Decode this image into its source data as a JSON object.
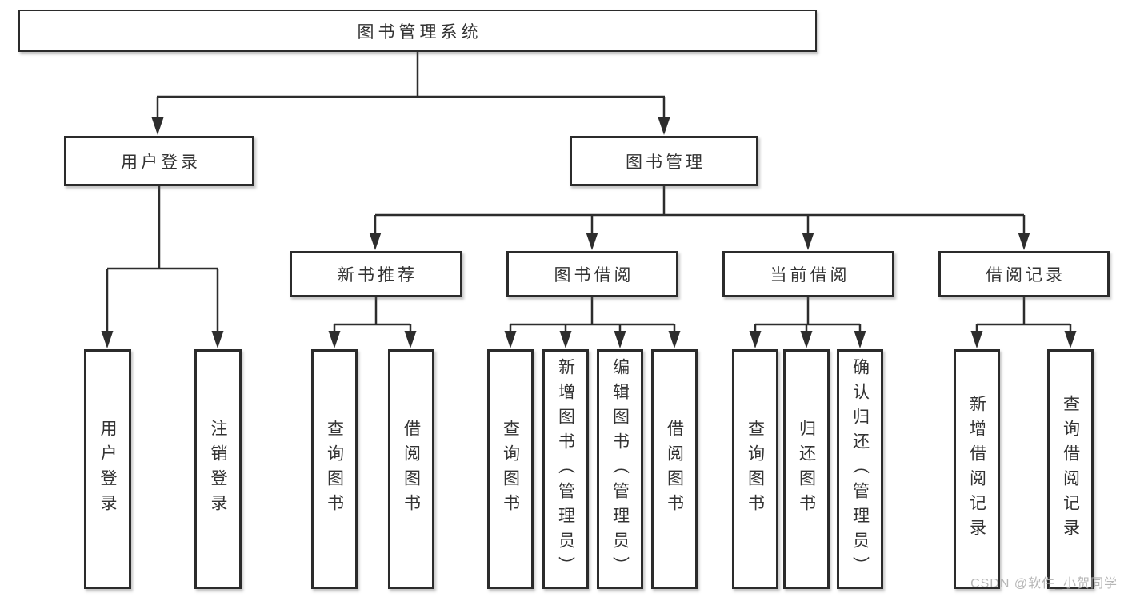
{
  "tree": {
    "root": {
      "label": "图书管理系统"
    },
    "children": [
      {
        "label": "用户登录",
        "children": [
          {
            "label": "用户登录"
          },
          {
            "label": "注销登录"
          }
        ]
      },
      {
        "label": "图书管理",
        "children": [
          {
            "label": "新书推荐",
            "children": [
              {
                "label": "查询图书"
              },
              {
                "label": "借阅图书"
              }
            ]
          },
          {
            "label": "图书借阅",
            "children": [
              {
                "label": "查询图书"
              },
              {
                "label": "新增图书（管理员）"
              },
              {
                "label": "编辑图书（管理员）"
              },
              {
                "label": "借阅图书"
              }
            ]
          },
          {
            "label": "当前借阅",
            "children": [
              {
                "label": "查询图书"
              },
              {
                "label": "归还图书"
              },
              {
                "label": "确认归还（管理员）"
              }
            ]
          },
          {
            "label": "借阅记录",
            "children": [
              {
                "label": "新增借阅记录"
              },
              {
                "label": "查询借阅记录"
              }
            ]
          }
        ]
      }
    ]
  },
  "watermark": {
    "text": "CSDN @软件_小贺同学"
  },
  "colors": {
    "line": "#2d2d2d",
    "box_border": "#2b2b2b",
    "text": "#333333",
    "watermark": "#b0b0b0",
    "background": "#ffffff"
  }
}
